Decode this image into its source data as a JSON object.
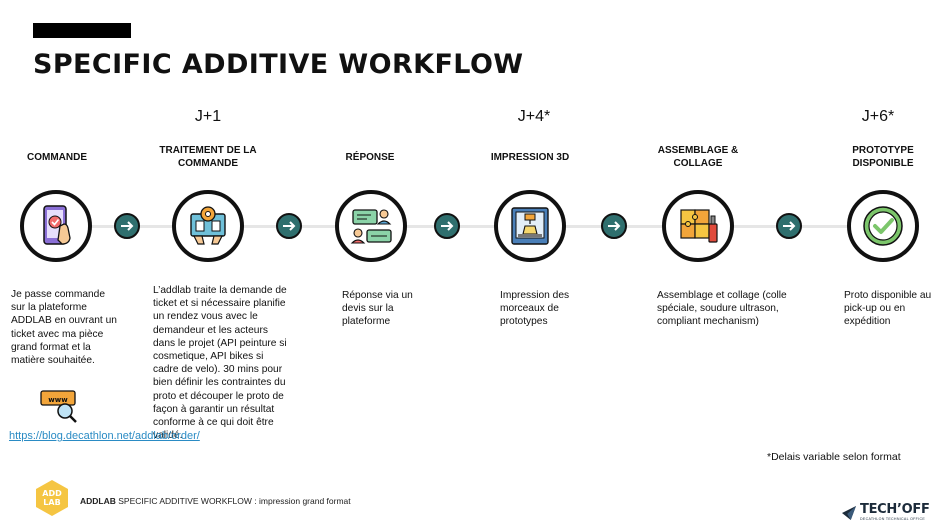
{
  "header": {
    "title": "SPECIFIC ADDITIVE WORKFLOW"
  },
  "days": [
    "J+1",
    "J+4*",
    "J+6*"
  ],
  "steps": [
    {
      "label": "COMMANDE",
      "icon": "phone-order-icon",
      "description": "Je passe commande sur la plateforme ADDLAB en ouvrant un ticket avec ma pièce grand format et la matière souhaitée."
    },
    {
      "label": "TRAITEMENT DE LA COMMANDE",
      "icon": "gear-processing-icon",
      "description": "L’addlab traite la demande de ticket et si nécessaire planifie un rendez vous avec le demandeur et les acteurs dans le projet (API peinture si cosmetique, API bikes si cadre de velo). 30 mins pour bien définir les contraintes du proto et découper le proto de façon à garantir un résultat conforme à ce qui doit être validé."
    },
    {
      "label": "RÉPONSE",
      "icon": "chat-quote-icon",
      "description": "Réponse via un devis sur la plateforme"
    },
    {
      "label": "IMPRESSION 3D",
      "icon": "3d-printer-icon",
      "description": "Impression des morceaux de prototypes"
    },
    {
      "label": "ASSEMBLAGE & COLLAGE",
      "icon": "puzzle-glue-icon",
      "description": "Assemblage et collage (colle spéciale, soudure ultrason, compliant mechanism)"
    },
    {
      "label": "PROTOTYPE DISPONIBLE",
      "icon": "check-mark-icon",
      "description": "Proto disponible au pick-up ou en expédition"
    }
  ],
  "link": {
    "text": "https://blog.decathlon.net/addlab/order/"
  },
  "footnote": "*Delais variable selon format",
  "footer": {
    "brand": "ADDLAB",
    "text": "SPECIFIC ADDITIVE WORKFLOW : impression grand format",
    "logo_text": "ADD LAB"
  },
  "techoff": {
    "name": "TECH’OFF",
    "sub": "DECATHLON TECHNICAL OFFICE"
  },
  "colors": {
    "arrow": "#2f6f6e",
    "link": "#2a8bc4",
    "logo": "#f5c542"
  }
}
